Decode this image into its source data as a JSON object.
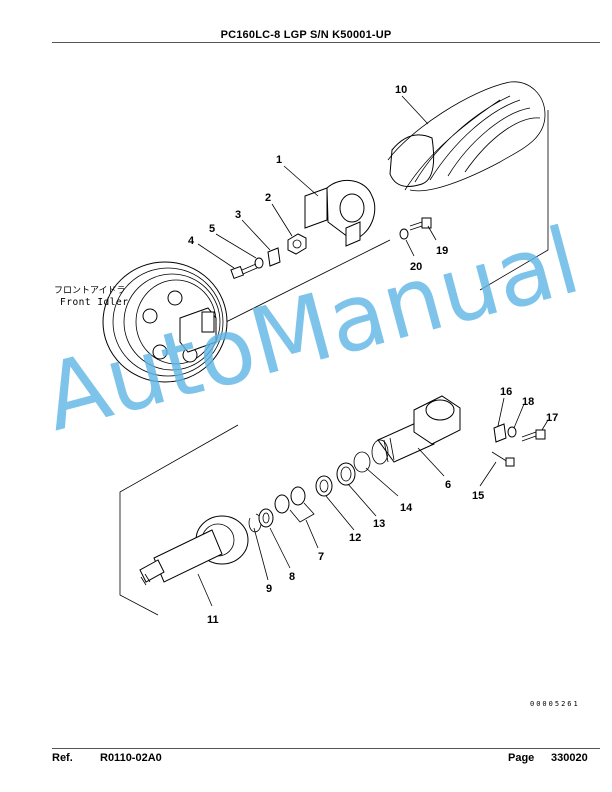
{
  "header": {
    "title": "PC160LC-8 LGP S/N K50001-UP"
  },
  "diagram": {
    "idler_label_jp": "フロントアイドラ",
    "idler_label_en": "Front Idler",
    "callouts": [
      "1",
      "2",
      "3",
      "4",
      "5",
      "6",
      "7",
      "8",
      "9",
      "10",
      "11",
      "12",
      "13",
      "14",
      "15",
      "16",
      "17",
      "18",
      "19",
      "20"
    ]
  },
  "watermark": {
    "text": "AutoManual"
  },
  "drawing_code": "00005261",
  "footer": {
    "ref_label": "Ref.",
    "ref_value": "R0110-02A0",
    "page_label": "Page",
    "page_value": "330020"
  }
}
